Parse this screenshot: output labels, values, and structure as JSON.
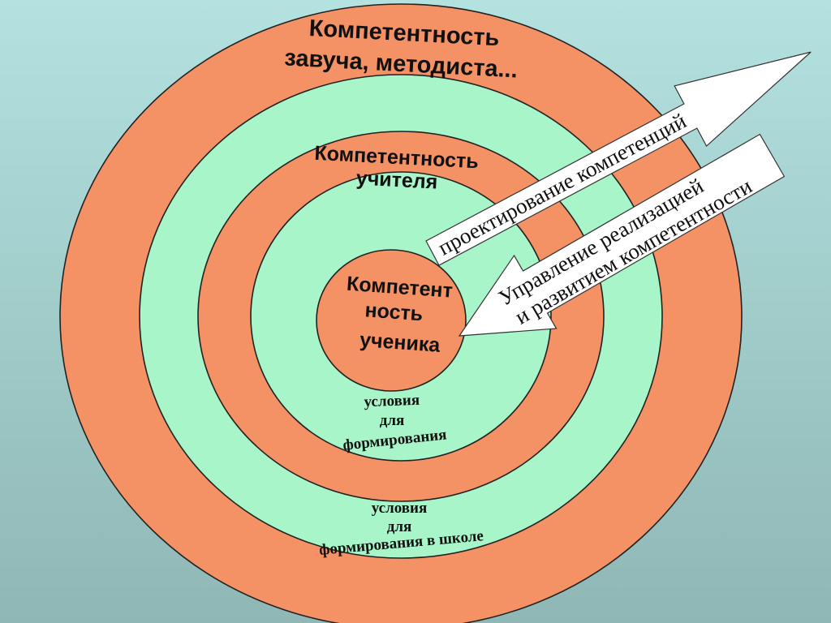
{
  "colors": {
    "outer_ring": "#f49266",
    "mint_ring": "#a8f5c9",
    "arrow_fill": "#ffffff",
    "text": "#111111"
  },
  "labels": {
    "admin_competence": [
      "Компетентность",
      "завуча, методиста..."
    ],
    "teacher_competence": [
      "Компетентность",
      "учителя"
    ],
    "student_competence": [
      "Компетент",
      "ность",
      "ученика"
    ],
    "conditions_inner": [
      "условия",
      "для",
      "формирования"
    ],
    "conditions_school": [
      "условия",
      "для",
      "формирования в школе"
    ]
  },
  "arrows": {
    "design": "проектирование компетенций",
    "management": [
      "Управление реализацией",
      "и развитием компетентности"
    ]
  }
}
